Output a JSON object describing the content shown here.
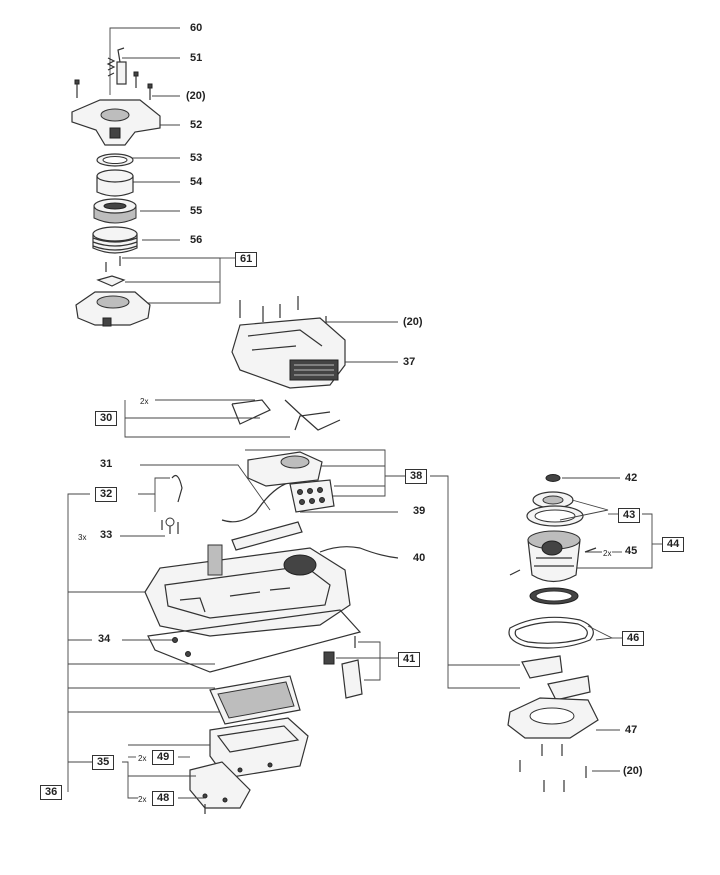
{
  "labels": {
    "l60": "60",
    "l51": "51",
    "l20a": "(20)",
    "l52": "52",
    "l53": "53",
    "l54": "54",
    "l55": "55",
    "l56": "56",
    "l61": "61",
    "l20b": "(20)",
    "l37": "37",
    "l30": "30",
    "l2x_30": "2x",
    "l31": "31",
    "l38": "38",
    "l32": "32",
    "l3x": "3x",
    "l33": "33",
    "l39": "39",
    "l40": "40",
    "l34": "34",
    "l41": "41",
    "l35": "35",
    "l2x_49": "2x",
    "l49": "49",
    "l2x_48": "2x",
    "l48": "48",
    "l36": "36",
    "l42": "42",
    "l43": "43",
    "l44": "44",
    "l2x_45": "2x",
    "l45": "45",
    "l46": "46",
    "l47": "47",
    "l20c": "(20)"
  }
}
